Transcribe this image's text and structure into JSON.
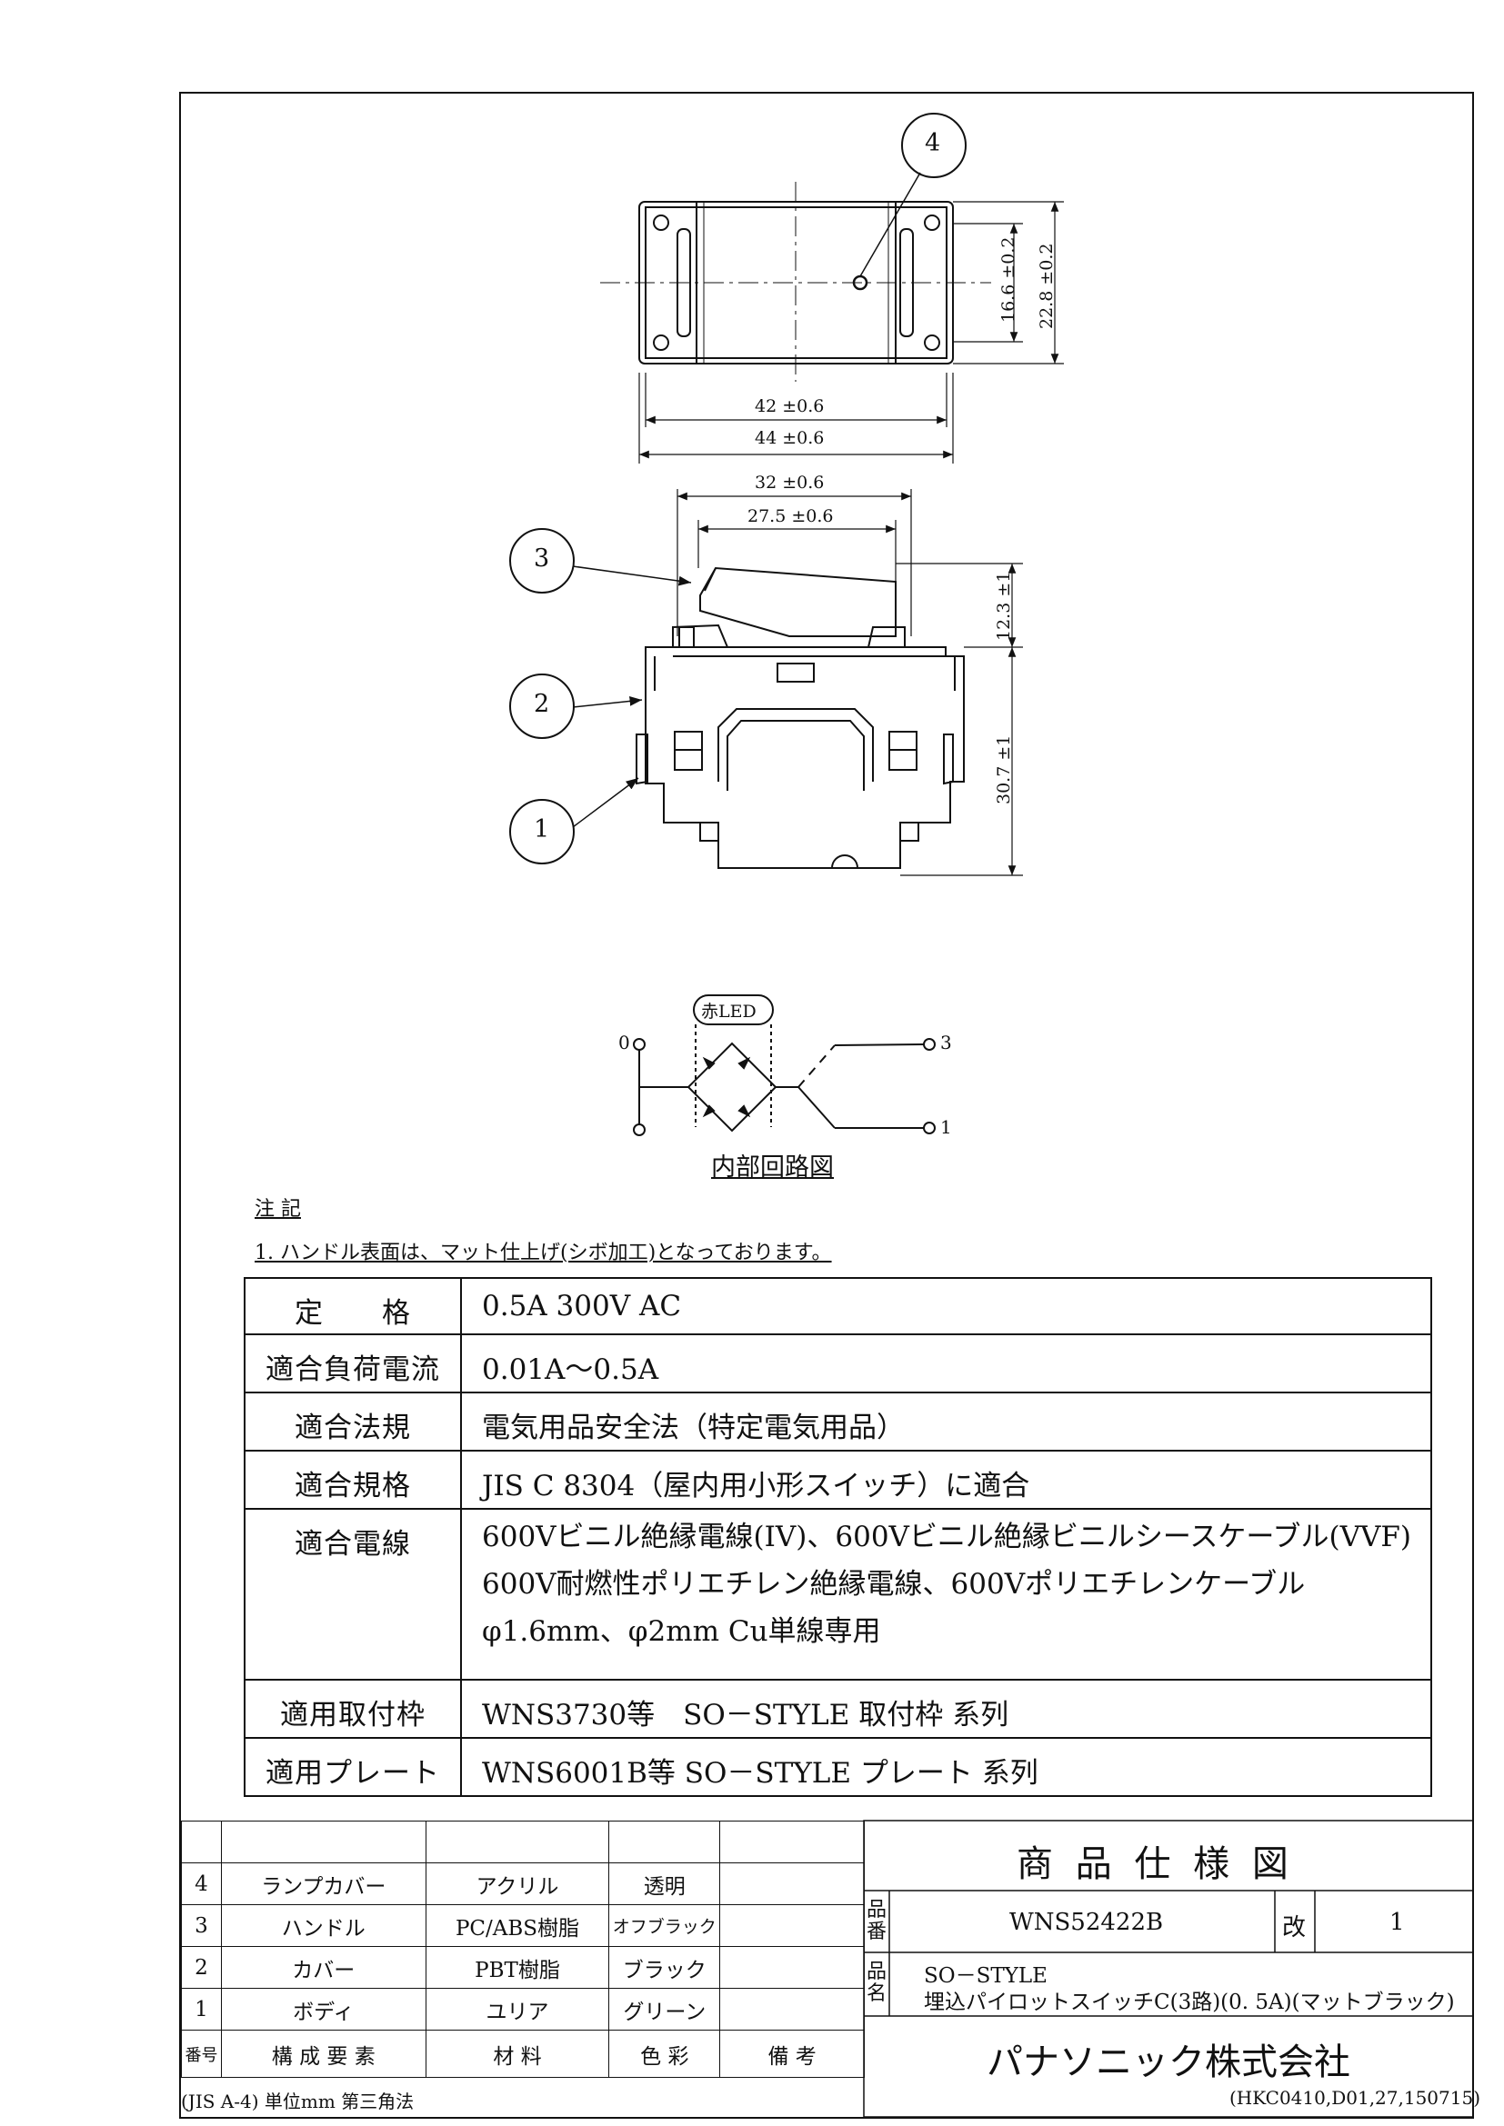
{
  "callouts": [
    "4",
    "3",
    "2",
    "1"
  ],
  "dimensions": {
    "d_16_6": "16.6 ±0.2",
    "d_22_8": "22.8 ±0.2",
    "d_42": "42 ±0.6",
    "d_44": "44 ±0.6",
    "d_32": "32 ±0.6",
    "d_27_5": "27.5 ±0.6",
    "d_12_3": "12.3 ±1",
    "d_30_7": "30.7 ±1"
  },
  "circuit": {
    "led_label": "赤LED",
    "terminal_0": "0",
    "terminal_3": "3",
    "terminal_1": "1",
    "title": "内部回路図"
  },
  "notes": {
    "heading": "注 記",
    "line1": "1. ハンドル表面は、マット仕上げ(シボ加工)となっております。"
  },
  "spec": {
    "rated_label": "定　　格",
    "rated_value": "0.5A  300V  AC",
    "load_label": "適合負荷電流",
    "load_value": "0.01A～0.5A",
    "law_label": "適合法規",
    "law_value": "電気用品安全法（特定電気用品）",
    "standard_label": "適合規格",
    "standard_value": "JIS  C  8304（屋内用小形スイッチ）に適合",
    "wire_label": "適合電線",
    "wire_line1": "600Vビニル絶縁電線(IV)、600Vビニル絶縁ビニルシースケーブル(VVF)",
    "wire_line2": "600V耐燃性ポリエチレン絶縁電線、600Vポリエチレンケーブル",
    "wire_line3": "φ1.6mm、φ2mm  Cu単線専用",
    "frame_label": "適用取付枠",
    "frame_value": "WNS3730等　SO－STYLE 取付枠 系列",
    "plate_label": "適用プレート",
    "plate_value": "WNS6001B等  SO－STYLE プレート 系列"
  },
  "bom": {
    "rows": [
      {
        "no": "4",
        "part": "ランプカバー",
        "material": "アクリル",
        "color": "透明",
        "remark": ""
      },
      {
        "no": "3",
        "part": "ハンドル",
        "material": "PC/ABS樹脂",
        "color": "オフブラック",
        "remark": ""
      },
      {
        "no": "2",
        "part": "カバー",
        "material": "PBT樹脂",
        "color": "ブラック",
        "remark": ""
      },
      {
        "no": "1",
        "part": "ボディ",
        "material": "ユリア",
        "color": "グリーン",
        "remark": ""
      }
    ],
    "header": {
      "no": "番号",
      "part": "構 成 要 素",
      "material": "材 料",
      "color": "色 彩",
      "remark": "備 考"
    }
  },
  "title_block": {
    "title": "商 品 仕 様 図",
    "part_no_label": "品番",
    "part_no": "WNS52422B",
    "rev_label": "改",
    "rev": "1",
    "name_label": "品名",
    "name_line1": "SO－STYLE",
    "name_line2": "埋込パイロットスイッチC(3路)(0. 5A)(マットブラック)",
    "company": "パナソニック株式会社"
  },
  "footer": {
    "left": "(JIS A-4)  単位mm  第三角法",
    "right": "(HKC0410,D01,27,150715)"
  }
}
